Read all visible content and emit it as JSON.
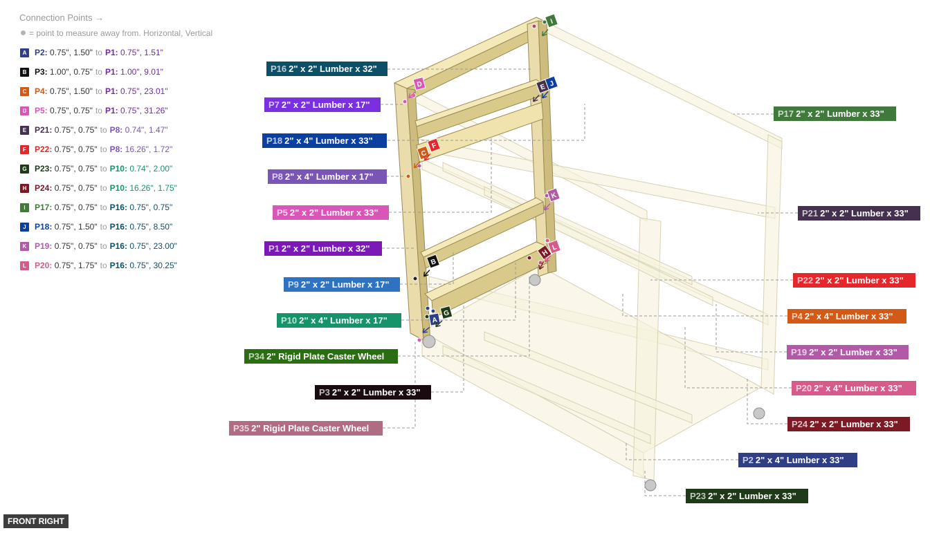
{
  "connection_points": {
    "title": "Connection Points →",
    "note": "= point to measure away from. Horizontal, Vertical",
    "items": [
      {
        "letter": "A",
        "color": "#2f3f85",
        "part": "P2:",
        "coords": "0.75\", 1.50\"",
        "to": "to",
        "target": "P1:",
        "target_coords": "0.75\", 1.51\"",
        "target_color": "#6f2ba3"
      },
      {
        "letter": "B",
        "color": "#111111",
        "part": "P3:",
        "coords": "1.00\", 0.75\"",
        "to": "to",
        "target": "P1:",
        "target_coords": "1.00\", 9.01\"",
        "target_color": "#6f2ba3"
      },
      {
        "letter": "C",
        "color": "#d35a16",
        "part": "P4:",
        "coords": "0.75\", 1.50\"",
        "to": "to",
        "target": "P1:",
        "target_coords": "0.75\", 23.01\"",
        "target_color": "#6f2ba3"
      },
      {
        "letter": "D",
        "color": "#d955b8",
        "part": "P5:",
        "coords": "0.75\", 0.75\"",
        "to": "to",
        "target": "P1:",
        "target_coords": "0.75\", 31.26\"",
        "target_color": "#6f2ba3"
      },
      {
        "letter": "E",
        "color": "#45304f",
        "part": "P21:",
        "coords": "0.75\", 0.75\"",
        "to": "to",
        "target": "P8:",
        "target_coords": "0.74\", 1.47\"",
        "target_color": "#7a55b5"
      },
      {
        "letter": "F",
        "color": "#e5262a",
        "part": "P22:",
        "coords": "0.75\", 0.75\"",
        "to": "to",
        "target": "P8:",
        "target_coords": "16.26\", 1.72\"",
        "target_color": "#7a55b5"
      },
      {
        "letter": "G",
        "color": "#1f3a18",
        "part": "P23:",
        "coords": "0.75\", 0.75\"",
        "to": "to",
        "target": "P10:",
        "target_coords": "0.74\", 2.00\"",
        "target_color": "#16936a"
      },
      {
        "letter": "H",
        "color": "#7b1a24",
        "part": "P24:",
        "coords": "0.75\", 0.75\"",
        "to": "to",
        "target": "P10:",
        "target_coords": "16.26\", 1.75\"",
        "target_color": "#16936a"
      },
      {
        "letter": "I",
        "color": "#3f7a3a",
        "part": "P17:",
        "coords": "0.75\", 0.75\"",
        "to": "to",
        "target": "P16:",
        "target_coords": "0.75\", 0.75\"",
        "target_color": "#0d4f66"
      },
      {
        "letter": "J",
        "color": "#0b3fa0",
        "part": "P18:",
        "coords": "0.75\", 1.50\"",
        "to": "to",
        "target": "P16:",
        "target_coords": "0.75\", 8.50\"",
        "target_color": "#0d4f66"
      },
      {
        "letter": "K",
        "color": "#b25aa7",
        "part": "P19:",
        "coords": "0.75\", 0.75\"",
        "to": "to",
        "target": "P16:",
        "target_coords": "0.75\", 23.00\"",
        "target_color": "#0d4f66"
      },
      {
        "letter": "L",
        "color": "#d65b8b",
        "part": "P20:",
        "coords": "0.75\", 1.75\"",
        "to": "to",
        "target": "P16:",
        "target_coords": "0.75\", 30.25\"",
        "target_color": "#0d4f66"
      }
    ]
  },
  "part_labels": [
    {
      "id": "P16",
      "text": "2\" x 2\" Lumber x 32\"",
      "color": "#0d4f66"
    },
    {
      "id": "P7",
      "text": "2\" x 2\" Lumber x 17\"",
      "color": "#7a2fe0"
    },
    {
      "id": "P18",
      "text": "2\" x 4\" Lumber  x 33\"",
      "color": "#0b3fa0"
    },
    {
      "id": "P8",
      "text": "2\" x 4\" Lumber  x 17\"",
      "color": "#7a55b5"
    },
    {
      "id": "P5",
      "text": "2\" x 2\" Lumber x 33\"",
      "color": "#d955b8"
    },
    {
      "id": "P1",
      "text": "2\" x 2\" Lumber x 32\"",
      "color": "#7a18b8"
    },
    {
      "id": "P9",
      "text": "2\" x 2\" Lumber x 17\"",
      "color": "#2e72c2"
    },
    {
      "id": "P10",
      "text": "2\" x 4\" Lumber  x 17\"",
      "color": "#16936a"
    },
    {
      "id": "P34",
      "text": "2\" Rigid Plate Caster Wheel",
      "color": "#2a6d12"
    },
    {
      "id": "P3",
      "text": "2\" x 2\" Lumber x 33\"",
      "color": "#1a0b10"
    },
    {
      "id": "P35",
      "text": "2\" Rigid Plate Caster Wheel",
      "color": "#b06c82"
    },
    {
      "id": "P17",
      "text": "2\" x 2\" Lumber x 33\"",
      "color": "#3f7a3a"
    },
    {
      "id": "P21",
      "text": "2\" x 2\" Lumber x 33\"",
      "color": "#45304f"
    },
    {
      "id": "P22",
      "text": "2\" x 2\" Lumber x 33\"",
      "color": "#e5262a"
    },
    {
      "id": "P4",
      "text": "2\" x 4\" Lumber  x 33\"",
      "color": "#d35a16"
    },
    {
      "id": "P19",
      "text": "2\" x 2\" Lumber x 33\"",
      "color": "#b25aa7"
    },
    {
      "id": "P20",
      "text": "2\" x 4\" Lumber  x 33\"",
      "color": "#d65b8b"
    },
    {
      "id": "P24",
      "text": "2\" x 2\" Lumber x 33\"",
      "color": "#7b1a24"
    },
    {
      "id": "P2",
      "text": "2\" x 4\" Lumber  x 33\"",
      "color": "#2f3f85"
    },
    {
      "id": "P23",
      "text": "2\" x 2\" Lumber x 33\"",
      "color": "#1f3a18"
    }
  ],
  "view_label": "FRONT RIGHT"
}
